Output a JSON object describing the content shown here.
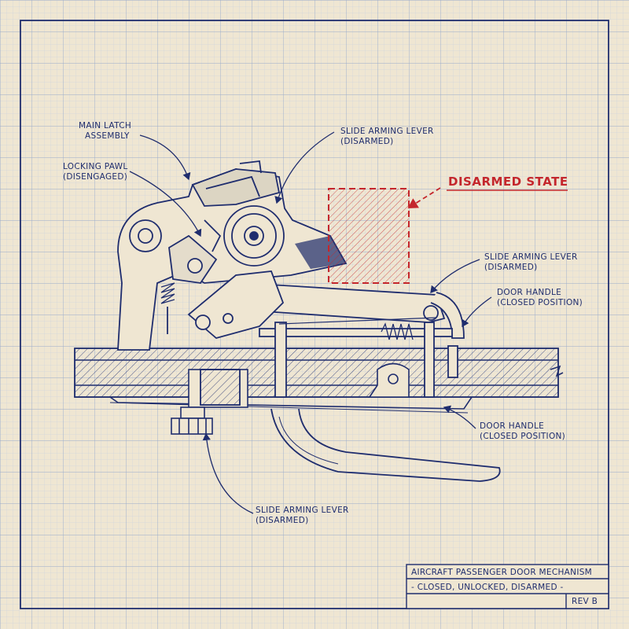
{
  "colors": {
    "paper": "#efe6d2",
    "ink": "#1f2d6e",
    "grid_minor": "#b9c6dc",
    "grid_major": "#8ea2c5",
    "highlight": "#c4262c"
  },
  "callouts": {
    "main_latch": {
      "line1": "MAIN LATCH",
      "line2": "ASSEMBLY"
    },
    "locking_pawl": {
      "line1": "LOCKING PAWL",
      "line2": "(DISENGAGED)"
    },
    "slide_lever_top": {
      "line1": "SLIDE ARMING LEVER",
      "line2": "(DISARMED)"
    },
    "slide_lever_right": {
      "line1": "SLIDE ARMING LEVER",
      "line2": "(DISARMED)"
    },
    "door_handle_upper": {
      "line1": "DOOR HANDLE",
      "line2": "(CLOSED POSITION)"
    },
    "door_handle_lower": {
      "line1": "DOOR HANDLE",
      "line2": "(CLOSED POSITION)"
    },
    "slide_lever_bottom": {
      "line1": "SLIDE ARMING LEVER",
      "line2": "(DISARMED)"
    }
  },
  "state_label": "DISARMED STATE",
  "title_block": {
    "title": "AIRCRAFT PASSENGER DOOR MECHANISM",
    "subtitle": "- CLOSED, UNLOCKED, DISARMED -",
    "revision": "REV B"
  }
}
